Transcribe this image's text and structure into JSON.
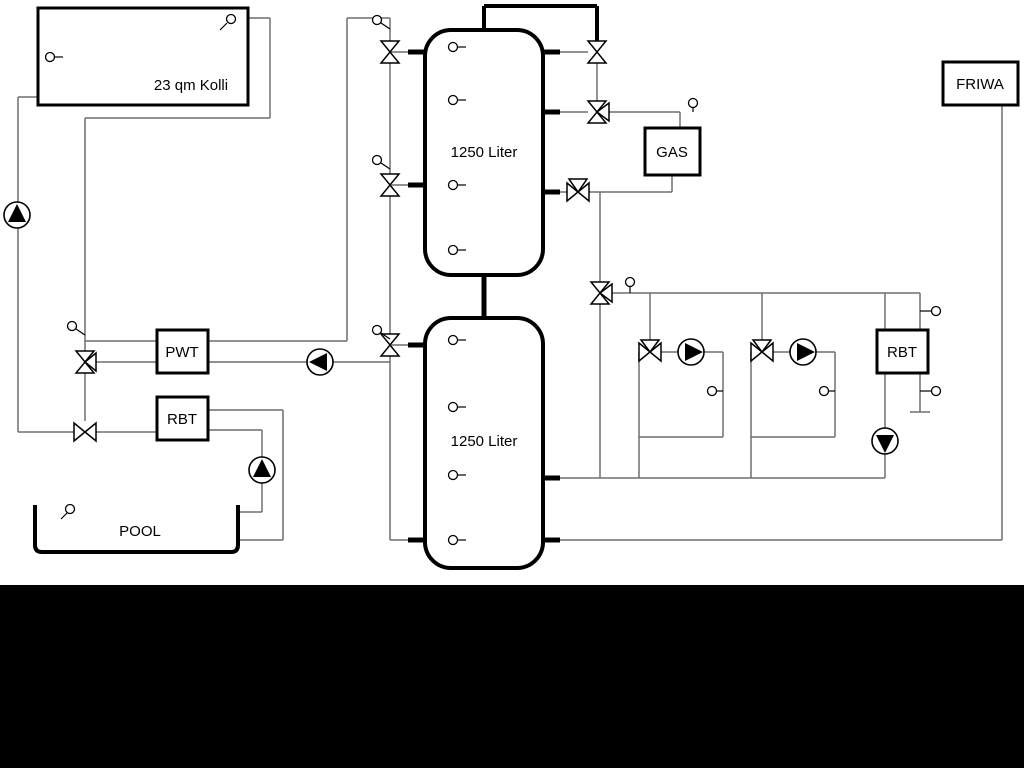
{
  "labels": {
    "collector": "23 qm Kolli",
    "tank_top": "1250 Liter",
    "tank_bottom": "1250 Liter",
    "gas": "GAS",
    "friwa": "FRIWA",
    "pwt": "PWT",
    "rbt_left": "RBT",
    "rbt_right": "RBT",
    "pool": "POOL"
  },
  "colors": {
    "pipe": "#6f6f6f",
    "component_stroke": "#000000",
    "background": "#ffffff",
    "footer_bar": "#000000"
  }
}
